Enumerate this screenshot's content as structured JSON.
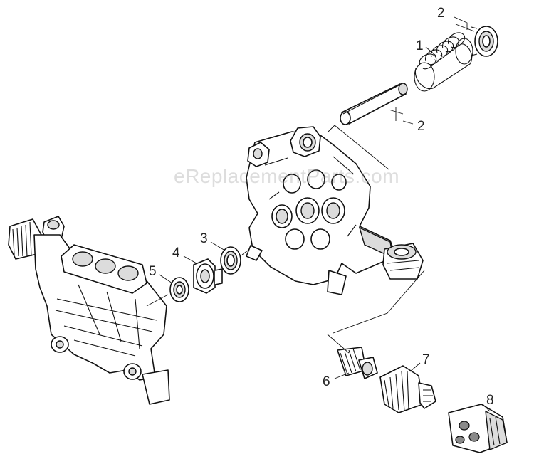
{
  "watermark": "eReplacementParts.com",
  "callouts": [
    {
      "label": "1"
    },
    {
      "label": "2"
    },
    {
      "label": "2"
    },
    {
      "label": "3"
    },
    {
      "label": "4"
    },
    {
      "label": "5"
    },
    {
      "label": "6"
    },
    {
      "label": "7"
    },
    {
      "label": "8"
    }
  ]
}
